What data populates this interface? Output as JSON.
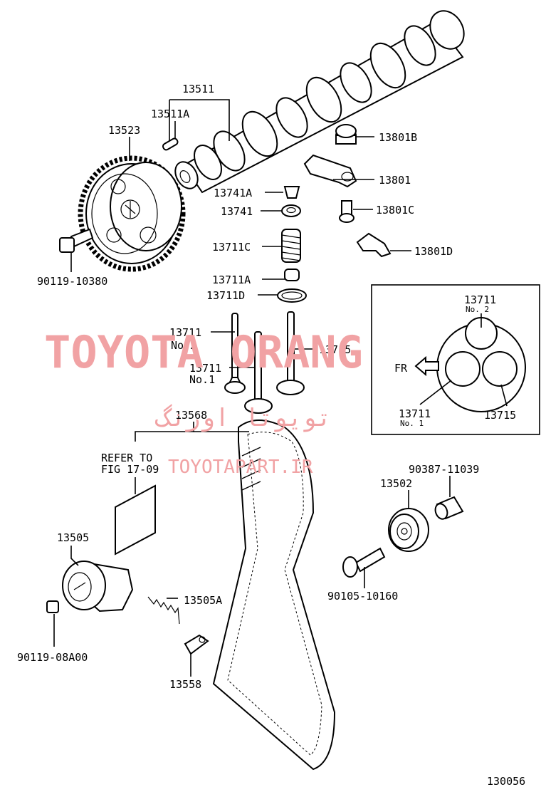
{
  "labels": {
    "camshaft": "13511",
    "pin": "13511A",
    "cam_gear": "13523",
    "gear_bolt": "90119-10380",
    "nut": "13801B",
    "rocker": "13801",
    "retainer_lock": "13741A",
    "retainer": "13741",
    "adj_screw": "13801C",
    "spring": "13711C",
    "spring_seat": "13711A",
    "clip": "13801D",
    "seal": "13711D",
    "valve_no2": "13711",
    "valve_no2_sub": "No.2",
    "valve_no1": "13711",
    "valve_no1_sub": "No.1",
    "exhaust_valve": "13715",
    "belt": "13568",
    "refer_line1": "REFER TO",
    "refer_line2": "FIG 17-09",
    "idler": "13502",
    "idler_collar": "90387-11039",
    "idler_bolt": "90105-10160",
    "tensioner": "13505",
    "tensioner_spring": "13505A",
    "tensioner_bolt": "90119-08A00",
    "bracket": "13558",
    "diagram_id": "130056"
  },
  "inset": {
    "valve_no2_label": "13711",
    "valve_no2_sub": "No. 2",
    "fr_label": "FR",
    "valve_no1_label": "13711",
    "valve_no1_sub": "No. 1",
    "exhaust_label": "13715"
  },
  "watermark": {
    "brand": "TOYOTA ORANG",
    "persian": "تویوتا اورنگ",
    "site": "TOYOTAPART.IR",
    "color": "#f1a2a4"
  }
}
